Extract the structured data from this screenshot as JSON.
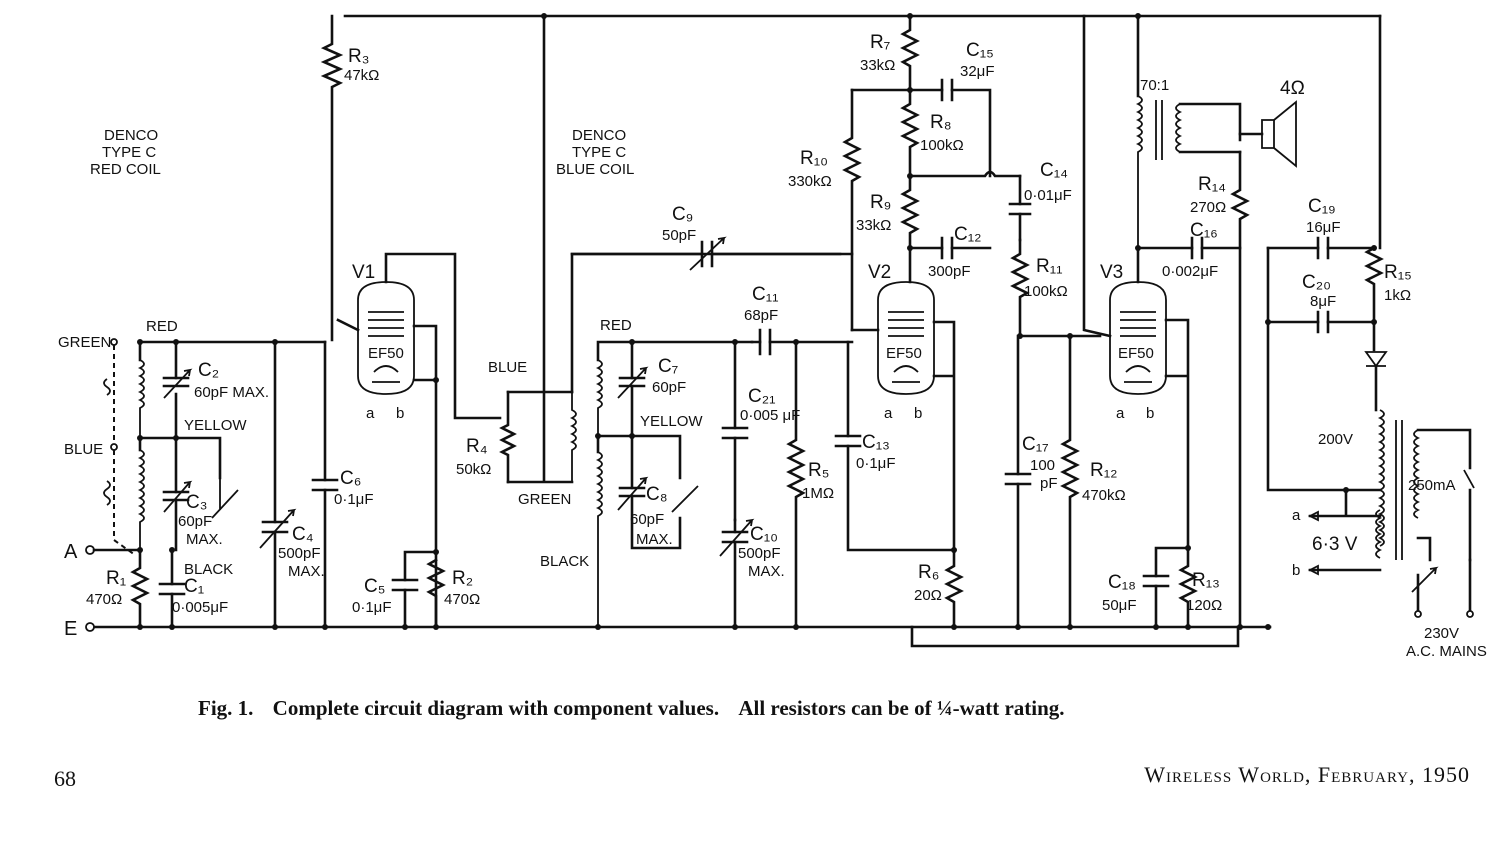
{
  "figure": {
    "caption_number": "Fig. 1.",
    "caption_text": "Complete circuit diagram with component values.",
    "caption_note": "All resistors can be of ¼-watt rating."
  },
  "page": {
    "number": "68",
    "journal": "Wireless World, February, 1950"
  },
  "coils": [
    {
      "brand": "DENCO",
      "type": "TYPE C",
      "colour": "RED COIL"
    },
    {
      "brand": "DENCO",
      "type": "TYPE C",
      "colour": "BLUE COIL"
    }
  ],
  "coil_leads": {
    "green": "GREEN",
    "red": "RED",
    "blue": "BLUE",
    "yellow": "YELLOW",
    "black": "BLACK"
  },
  "terminals": {
    "A": "A",
    "E": "E",
    "a": "a",
    "b": "b",
    "heater": "6·3 V",
    "mains_volts": "230V",
    "mains_label": "A.C. MAINS"
  },
  "valves": [
    {
      "ref": "V1",
      "type": "EF50"
    },
    {
      "ref": "V2",
      "type": "EF50"
    },
    {
      "ref": "V3",
      "type": "EF50"
    }
  ],
  "resistors": [
    {
      "ref": "R1",
      "value": "470Ω"
    },
    {
      "ref": "R2",
      "value": "470Ω"
    },
    {
      "ref": "R3",
      "value": "47kΩ"
    },
    {
      "ref": "R4",
      "value": "50kΩ"
    },
    {
      "ref": "R5",
      "value": "1MΩ"
    },
    {
      "ref": "R6",
      "value": "20Ω"
    },
    {
      "ref": "R7",
      "value": "33kΩ"
    },
    {
      "ref": "R8",
      "value": "100kΩ"
    },
    {
      "ref": "R9",
      "value": "33kΩ"
    },
    {
      "ref": "R10",
      "value": "330kΩ"
    },
    {
      "ref": "R11",
      "value": "100kΩ"
    },
    {
      "ref": "R12",
      "value": "470kΩ"
    },
    {
      "ref": "R13",
      "value": "120Ω"
    },
    {
      "ref": "R14",
      "value": "270Ω"
    },
    {
      "ref": "R15",
      "value": "1kΩ"
    }
  ],
  "capacitors": [
    {
      "ref": "C1",
      "value": "0·005μF"
    },
    {
      "ref": "C2",
      "value": "60pF MAX."
    },
    {
      "ref": "C3",
      "value": "60pF",
      "note": "MAX."
    },
    {
      "ref": "C4",
      "value": "500pF",
      "note": "MAX."
    },
    {
      "ref": "C5",
      "value": "0·1μF"
    },
    {
      "ref": "C6",
      "value": "0·1μF"
    },
    {
      "ref": "C7",
      "value": "60pF"
    },
    {
      "ref": "C8",
      "value": "60pF",
      "note": "MAX."
    },
    {
      "ref": "C9",
      "value": "50pF"
    },
    {
      "ref": "C10",
      "value": "500pF",
      "note": "MAX."
    },
    {
      "ref": "C11",
      "value": "68pF"
    },
    {
      "ref": "C12",
      "value": "300pF"
    },
    {
      "ref": "C13",
      "value": "0·1μF"
    },
    {
      "ref": "C14",
      "value": "0·01μF"
    },
    {
      "ref": "C15",
      "value": "32μF"
    },
    {
      "ref": "C16",
      "value": "0·002μF"
    },
    {
      "ref": "C17",
      "value": "100 pF"
    },
    {
      "ref": "C18",
      "value": "50μF"
    },
    {
      "ref": "C19",
      "value": "16μF"
    },
    {
      "ref": "C20",
      "value": "8μF"
    },
    {
      "ref": "C21",
      "value": "0·005 μF"
    }
  ],
  "output": {
    "transformer_ratio": "70:1",
    "speaker": "4Ω"
  },
  "power": {
    "secondary": "200V",
    "current": "250mA"
  }
}
